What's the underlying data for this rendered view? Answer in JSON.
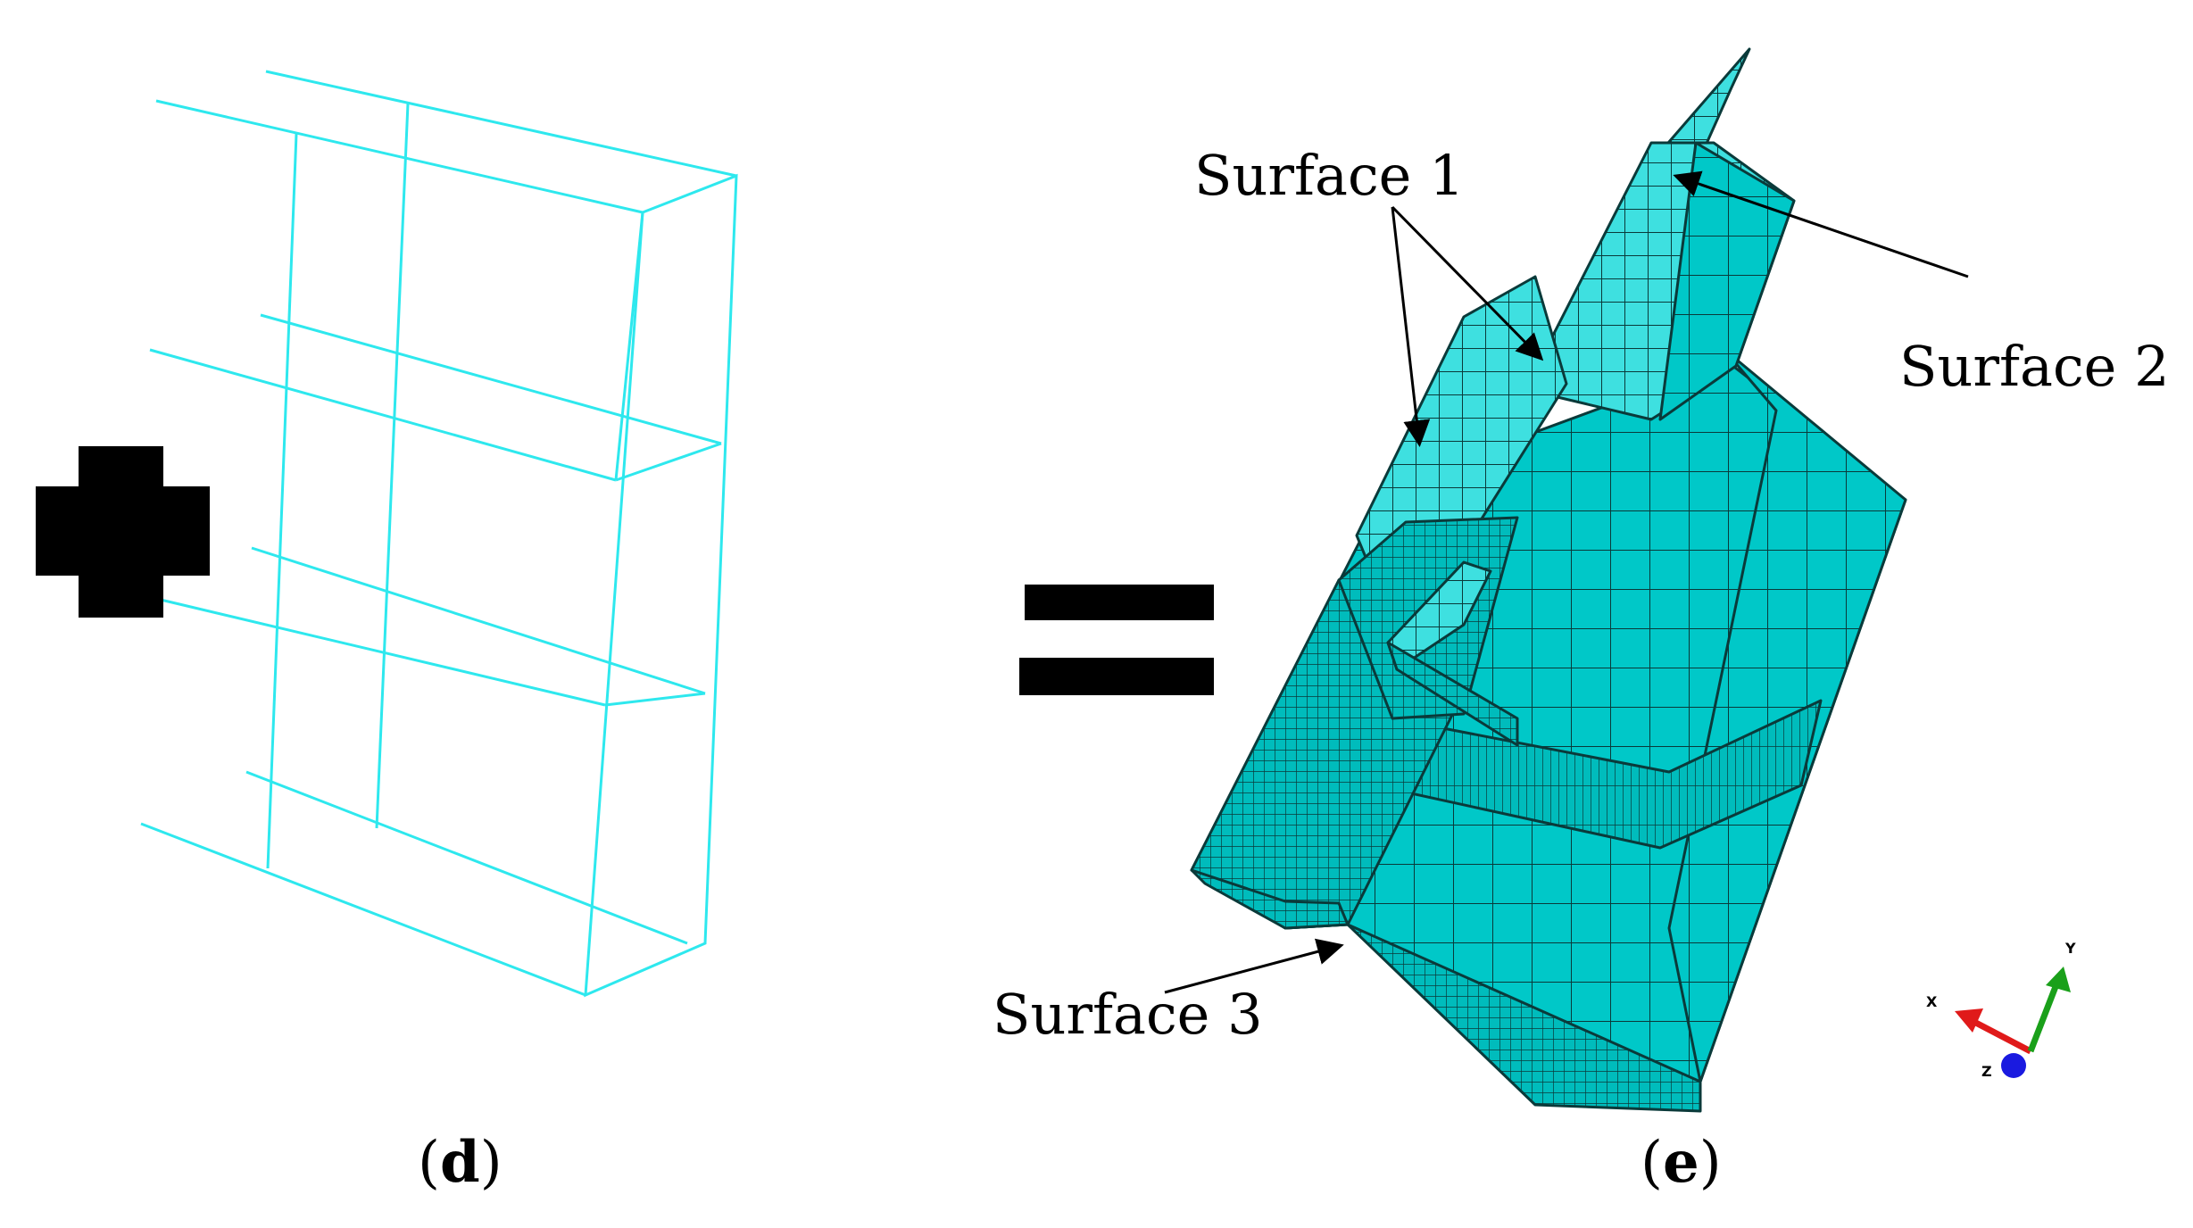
{
  "labels": {
    "surface1": "Surface 1",
    "surface2": "Surface 2",
    "surface3": "Surface 3"
  },
  "panels": {
    "d": {
      "open": "(",
      "letter": "d",
      "close": ")"
    },
    "e": {
      "open": "(",
      "letter": "e",
      "close": ")"
    }
  },
  "triad": {
    "x": "X",
    "y": "Y",
    "z": "Z"
  },
  "colors": {
    "wireframe": "#2ee8ee",
    "mesh_fill": "#00c8c8",
    "mesh_light": "#33dede",
    "mesh_line": "#0a3a3a",
    "axis_x": "#e01a1a",
    "axis_y": "#1aa01a",
    "axis_z": "#1a1ae0"
  }
}
